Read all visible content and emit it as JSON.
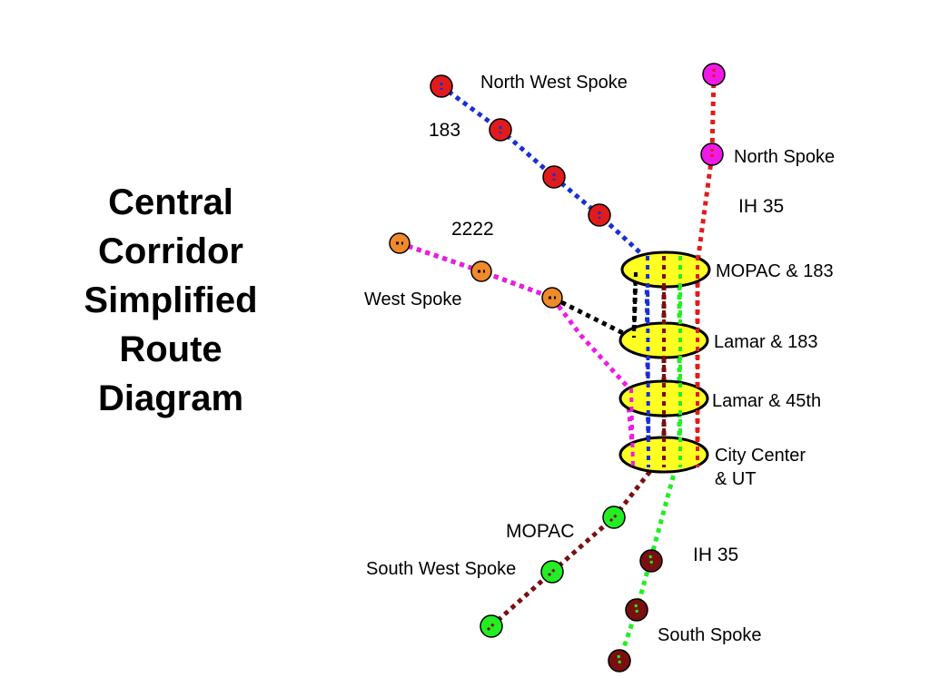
{
  "title_lines": [
    "Central",
    "Corridor",
    "Simplified",
    "Route",
    "Diagram"
  ],
  "spokes": {
    "north_west": "North West Spoke",
    "north": "North Spoke",
    "west": "West Spoke",
    "south_west": "South West Spoke",
    "south": "South Spoke"
  },
  "routes": {
    "r183": "183",
    "r2222": "2222",
    "ih35_north": "IH 35",
    "mopac": "MOPAC",
    "ih35_south": "IH 35"
  },
  "hubs": {
    "mopac_183": "MOPAC & 183",
    "lamar_183": "Lamar & 183",
    "lamar_45th": "Lamar & 45th",
    "city_center_line1": "City Center",
    "city_center_line2": "& UT"
  },
  "colors": {
    "hub_fill": "#ffff22",
    "red_station": "#e01b1b",
    "magenta_station": "#f01ae6",
    "orange_station": "#ef8a2a",
    "green_station": "#22ee22",
    "maroon_station": "#7a0f0f",
    "line_blue": "#1a2ed6",
    "line_red": "#e01b1b",
    "line_black": "#000000",
    "line_magenta": "#f01ae6",
    "line_green": "#22ee22",
    "line_maroon": "#7a0f0f"
  }
}
